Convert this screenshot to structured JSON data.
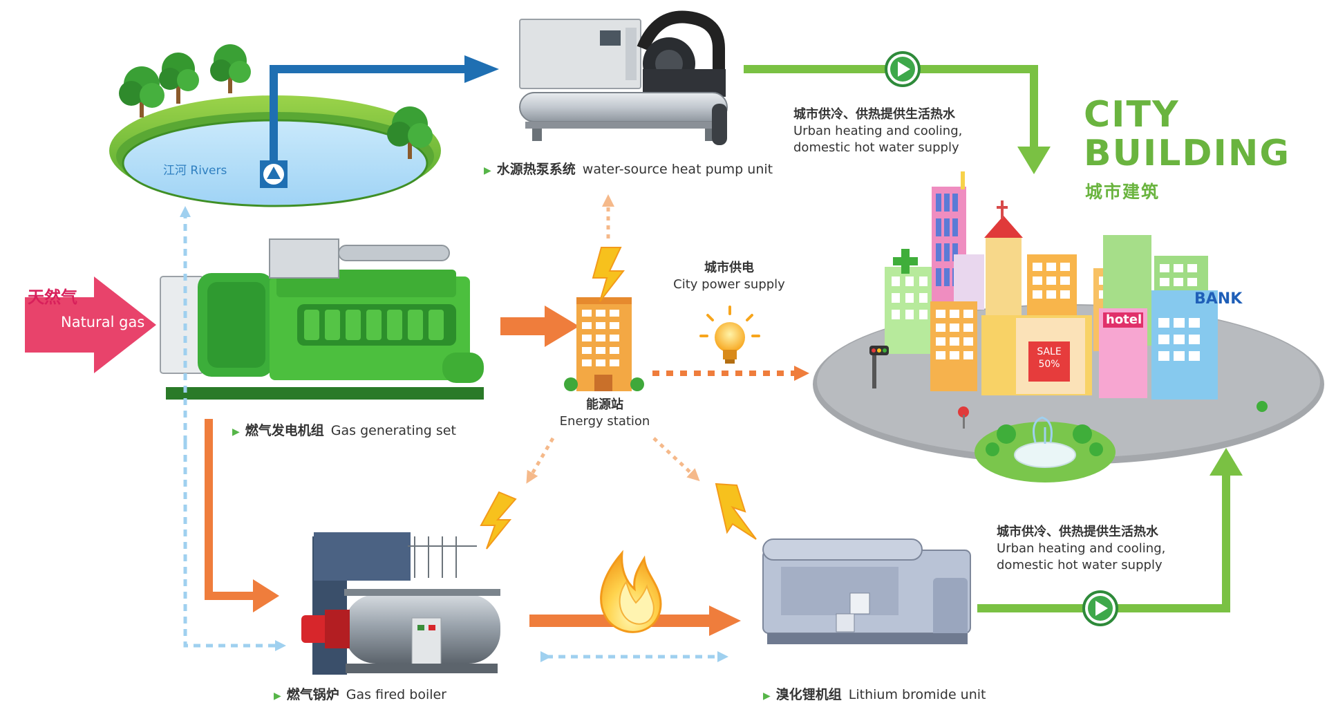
{
  "colors": {
    "green_flow": "#7ac143",
    "blue_flow": "#1f6fb2",
    "orange_flow": "#ef7d3c",
    "light_blue_dash": "#9fd0ef",
    "natural_gas": "#e8436b"
  },
  "title": {
    "line1": "CITY",
    "line2": "BUILDING",
    "cn": "城市建筑"
  },
  "natural_gas": {
    "cn": "天然气",
    "en": "Natural gas"
  },
  "rivers": {
    "label": "江河 Rivers"
  },
  "heat_pump": {
    "cn": "水源热泵系统",
    "en": "water-source heat pump unit"
  },
  "gas_generator": {
    "cn": "燃气发电机组",
    "en": "Gas generating set"
  },
  "energy_station": {
    "cn": "能源站",
    "en": "Energy station"
  },
  "power_supply": {
    "cn": "城市供电",
    "en": "City power supply"
  },
  "supply_top": {
    "cn": "城市供冷、供热提供生活热水",
    "en1": "Urban heating and cooling,",
    "en2": "domestic hot water supply"
  },
  "supply_bottom": {
    "cn": "城市供冷、供热提供生活热水",
    "en1": "Urban heating and cooling,",
    "en2": "domestic hot water supply"
  },
  "boiler": {
    "cn": "燃气锅炉",
    "en": "Gas fired boiler"
  },
  "lithium": {
    "cn": "溴化锂机组",
    "en": "Lithium bromide unit"
  },
  "signs": {
    "bank": "BANK",
    "hotel": "hotel",
    "sale": "SALE",
    "sale_pct": "50%"
  },
  "icons": [
    "tree-icon",
    "lightning-icon",
    "light-bulb-icon",
    "flame-icon",
    "play-icon",
    "fountain-icon",
    "traffic-light-icon"
  ]
}
